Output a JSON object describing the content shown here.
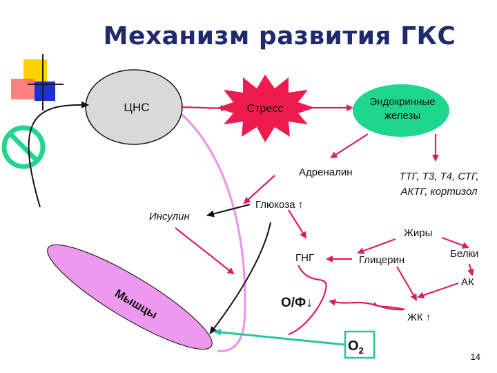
{
  "title": "Механизм развития ГКС",
  "slide_number": "14",
  "nodes": {
    "cns": "ЦНС",
    "stress": "Стресс",
    "endocrine_line1": "Эндокринные",
    "endocrine_line2": "железы",
    "adrenaline": "Адреналин",
    "hormones_line1": "ТТГ, Т3, Т4, СТГ,",
    "hormones_line2": "АКТГ, кортизол",
    "insulin": "Инсулин",
    "glucose": "Глюкоза ↑",
    "fats": "Жиры",
    "gng": "ГНГ",
    "glycerol": "Глицерин",
    "proteins": "Белки",
    "amino_acids": "АК",
    "muscles": "Мышцы",
    "oxidative_phosphorylation": "О/Ф↓",
    "fatty_acids": "ЖК ↑",
    "oxygen": "О",
    "oxygen_subscript": "2"
  },
  "colors": {
    "title": "#1f2a6e",
    "arrow": "#d81f5a",
    "cns_fill": "#d9d9d9",
    "endocrine_fill": "#1fd68f",
    "stress_fill": "#ee1b4e",
    "muscles_fill": "#ee99f0",
    "pink_curve": "#f08ef0",
    "oxygen_arrow": "#22c9a0",
    "prohibition": "#1fd68f"
  }
}
